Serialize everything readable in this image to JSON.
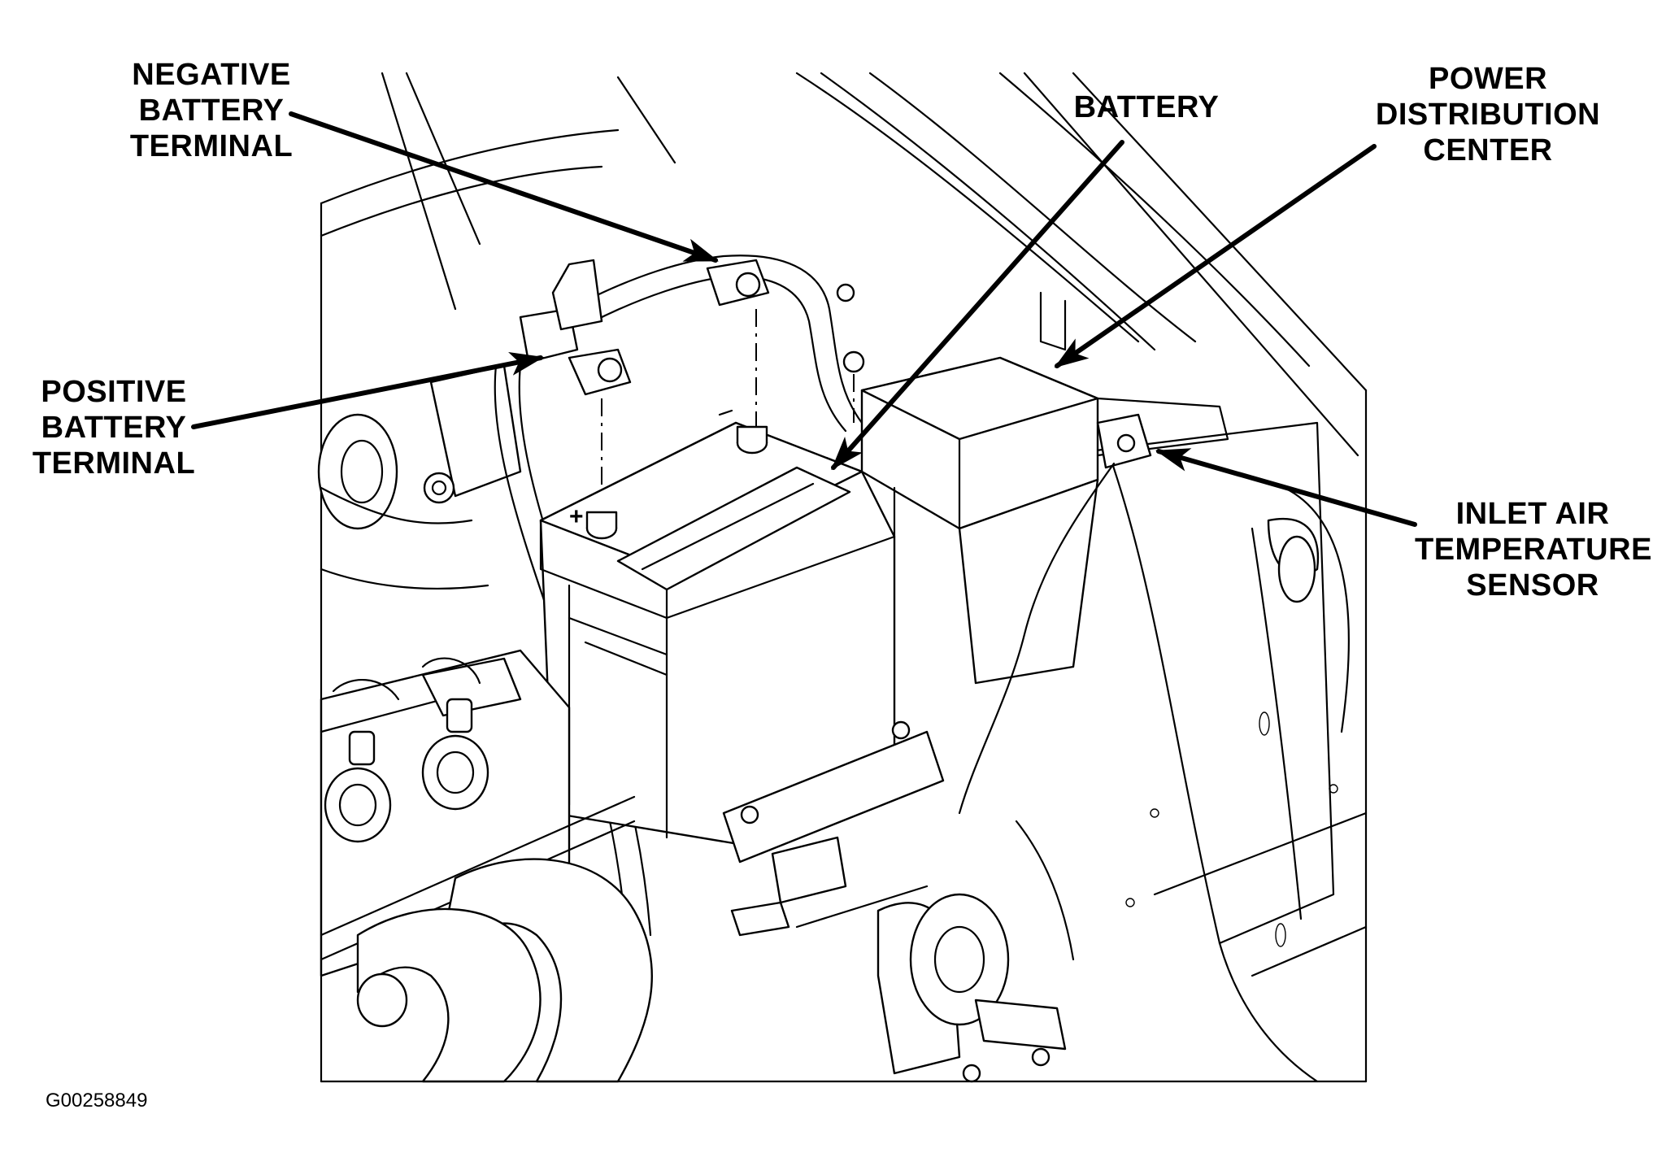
{
  "callouts": {
    "negative_terminal": [
      "NEGATIVE",
      "BATTERY",
      "TERMINAL"
    ],
    "positive_terminal": [
      "POSITIVE",
      "BATTERY",
      "TERMINAL"
    ],
    "battery": [
      "BATTERY"
    ],
    "power_distribution_center": [
      "POWER",
      "DISTRIBUTION",
      "CENTER"
    ],
    "inlet_air_temperature_sensor": [
      "INLET AIR",
      "TEMPERATURE",
      "SENSOR"
    ]
  },
  "battery_polarity_mark": "+",
  "figure_id": "G00258849"
}
